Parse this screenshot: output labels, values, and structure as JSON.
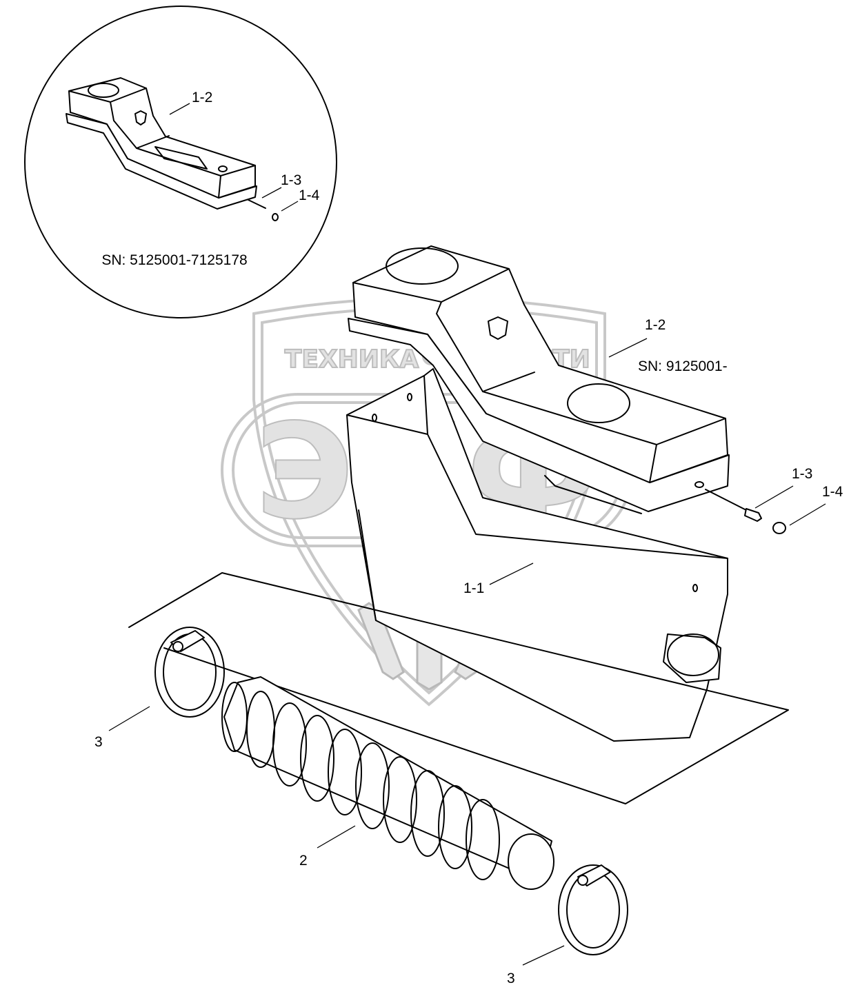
{
  "watermark": {
    "left_word": "ТЕХНИКА",
    "right_word": "ЗАПЧАСТИ",
    "big_letters": "ЭПФ",
    "color": "#c8c8c8"
  },
  "inset": {
    "serial_range": "SN: 5125001-7125178",
    "labels": {
      "cover": "1-2",
      "screw": "1-3",
      "washer": "1-4"
    }
  },
  "main": {
    "serial_range": "SN: 9125001-",
    "labels": {
      "cover": "1-2",
      "screw": "1-3",
      "washer": "1-4",
      "housing": "1-1",
      "hose": "2",
      "clamp_left": "3",
      "clamp_right": "3"
    }
  },
  "colors": {
    "line": "#000000",
    "background": "#ffffff"
  }
}
